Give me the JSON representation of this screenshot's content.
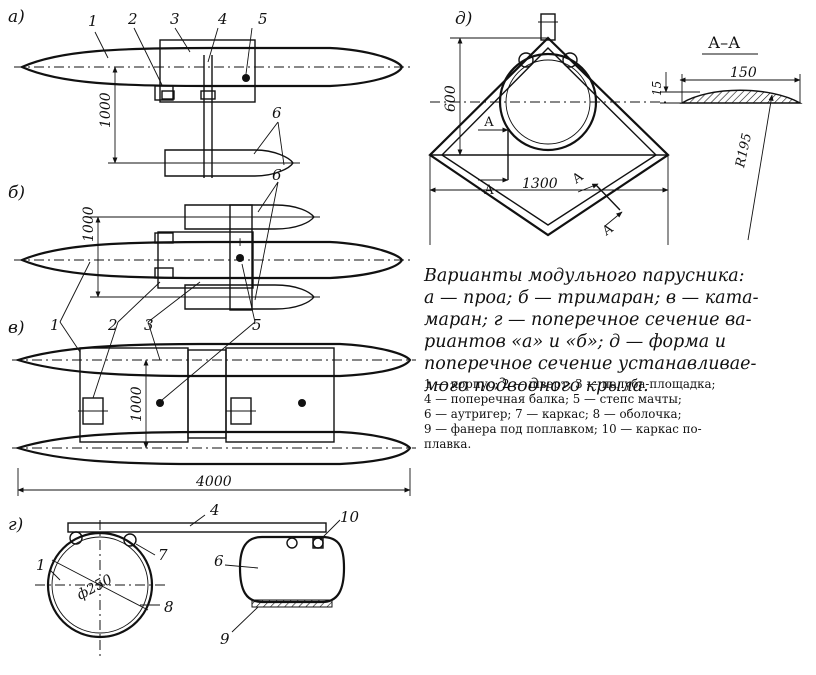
{
  "panels": {
    "a": "а)",
    "b": "б)",
    "v": "в)",
    "g": "г)",
    "d": "д)"
  },
  "callouts": [
    "1",
    "2",
    "3",
    "4",
    "5",
    "6",
    "7",
    "8",
    "9",
    "10"
  ],
  "dimensions": {
    "a_height": "1000",
    "b_height": "1000",
    "v_height": "1000",
    "v_length": "4000",
    "g_diameter": "ф250",
    "d_height": "600",
    "d_width": "1300",
    "section_width": "150",
    "section_thickness": "15",
    "section_radius": "R195"
  },
  "section_marks": {
    "title": "А–А",
    "cut": "А"
  },
  "caption": {
    "lines": [
      "Варианты модульного парусника:",
      "а — проа; б — тримаран; в — ката-",
      "маран; г — поперечное сечение ва-",
      "риантов «а» и «б»; д — форма и",
      "поперечное сечение устанавливае-",
      "мого подводного крыла."
    ]
  },
  "legend": {
    "lines": [
      "1 — корпус; 2 — шверт; 3 — палуба-площадка;",
      "4 — поперечная балка; 5 — степс мачты;",
      "6 — аутригер; 7 — каркас; 8 — оболочка;",
      "9 — фанера под поплавком; 10 — каркас по-",
      "плавка."
    ]
  }
}
